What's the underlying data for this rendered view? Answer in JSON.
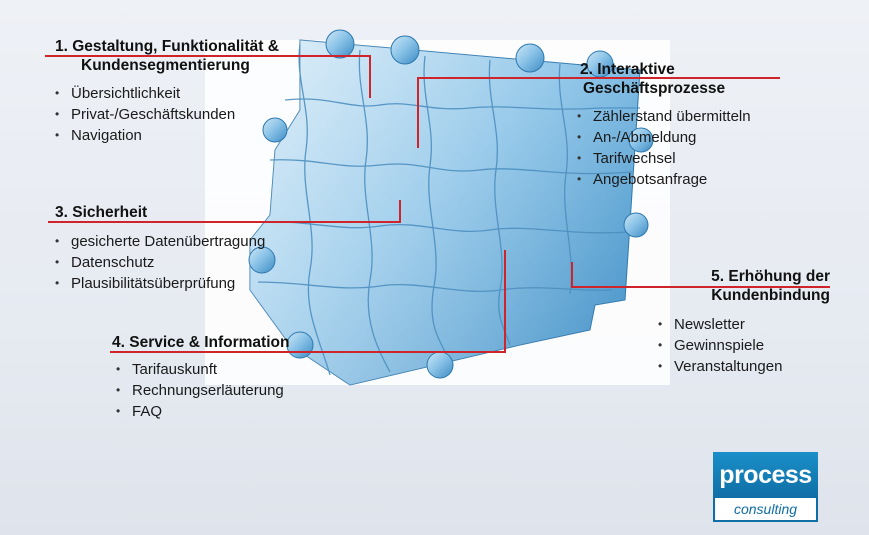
{
  "sections": [
    {
      "title_line1": "1. Gestaltung, Funktionalität &",
      "title_line2": "Kundensegmentierung",
      "items": [
        "Übersichtlichkeit",
        "Privat-/Geschäftskunden",
        "Navigation"
      ]
    },
    {
      "title_line1": "2. Interaktive",
      "title_line2": "Geschäftsprozesse",
      "items": [
        "Zählerstand übermitteln",
        "An-/Abmeldung",
        "Tarifwechsel",
        "Angebotsanfrage"
      ]
    },
    {
      "title_line1": "3. Sicherheit",
      "items": [
        "gesicherte Datenübertragung",
        "Datenschutz",
        "Plausibilitätsüberprüfung"
      ]
    },
    {
      "title_line1": "4. Service & Information",
      "items": [
        "Tarifauskunft",
        "Rechnungserläuterung",
        "FAQ"
      ]
    },
    {
      "title_line1": "5. Erhöhung der",
      "title_line2": "Kundenbindung",
      "items": [
        "Newsletter",
        "Gewinnspiele",
        "Veranstaltungen"
      ]
    }
  ],
  "logo": {
    "top": "process",
    "bottom": "consulting"
  },
  "colors": {
    "connector": "#d0242b",
    "puzzle_light": "#a9d3ee",
    "puzzle_dark": "#3f8ec5",
    "logo_blue": "#0f6ea5"
  }
}
